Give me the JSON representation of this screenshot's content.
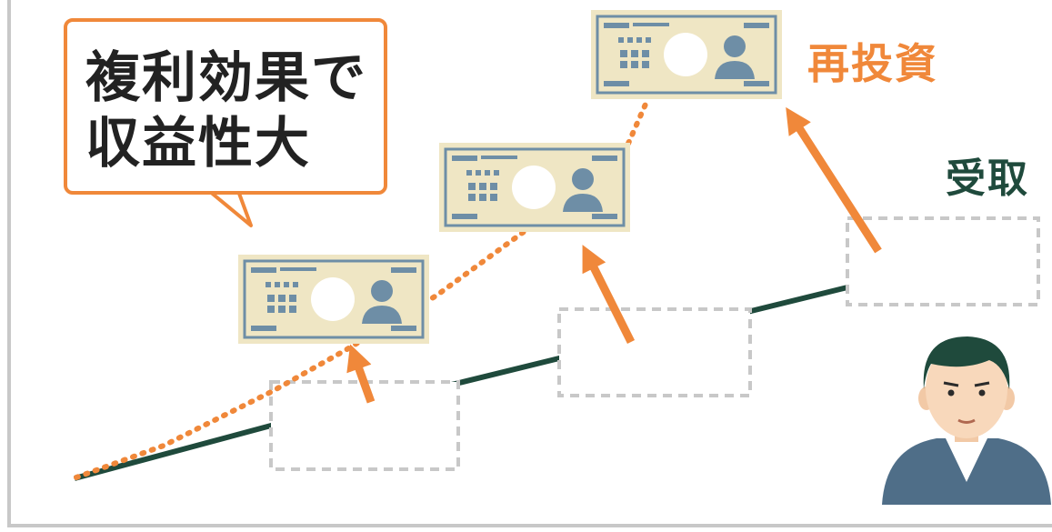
{
  "bubble": {
    "line1": "複利効果で",
    "line2": "収益性大"
  },
  "labels": {
    "reinvest": "再投資",
    "receive": "受取"
  },
  "colors": {
    "accent_orange": "#f0883a",
    "dark_green": "#1f4a3c",
    "dashed_box": "#c8c8c8",
    "bill_bg": "#efe6c4",
    "bill_blue": "#6e8ea6",
    "axis_gray": "#c8c8c8"
  },
  "icons": {
    "bill": "banknote-icon",
    "person": "person-avatar-icon",
    "arrow": "arrow-up-right-icon"
  }
}
